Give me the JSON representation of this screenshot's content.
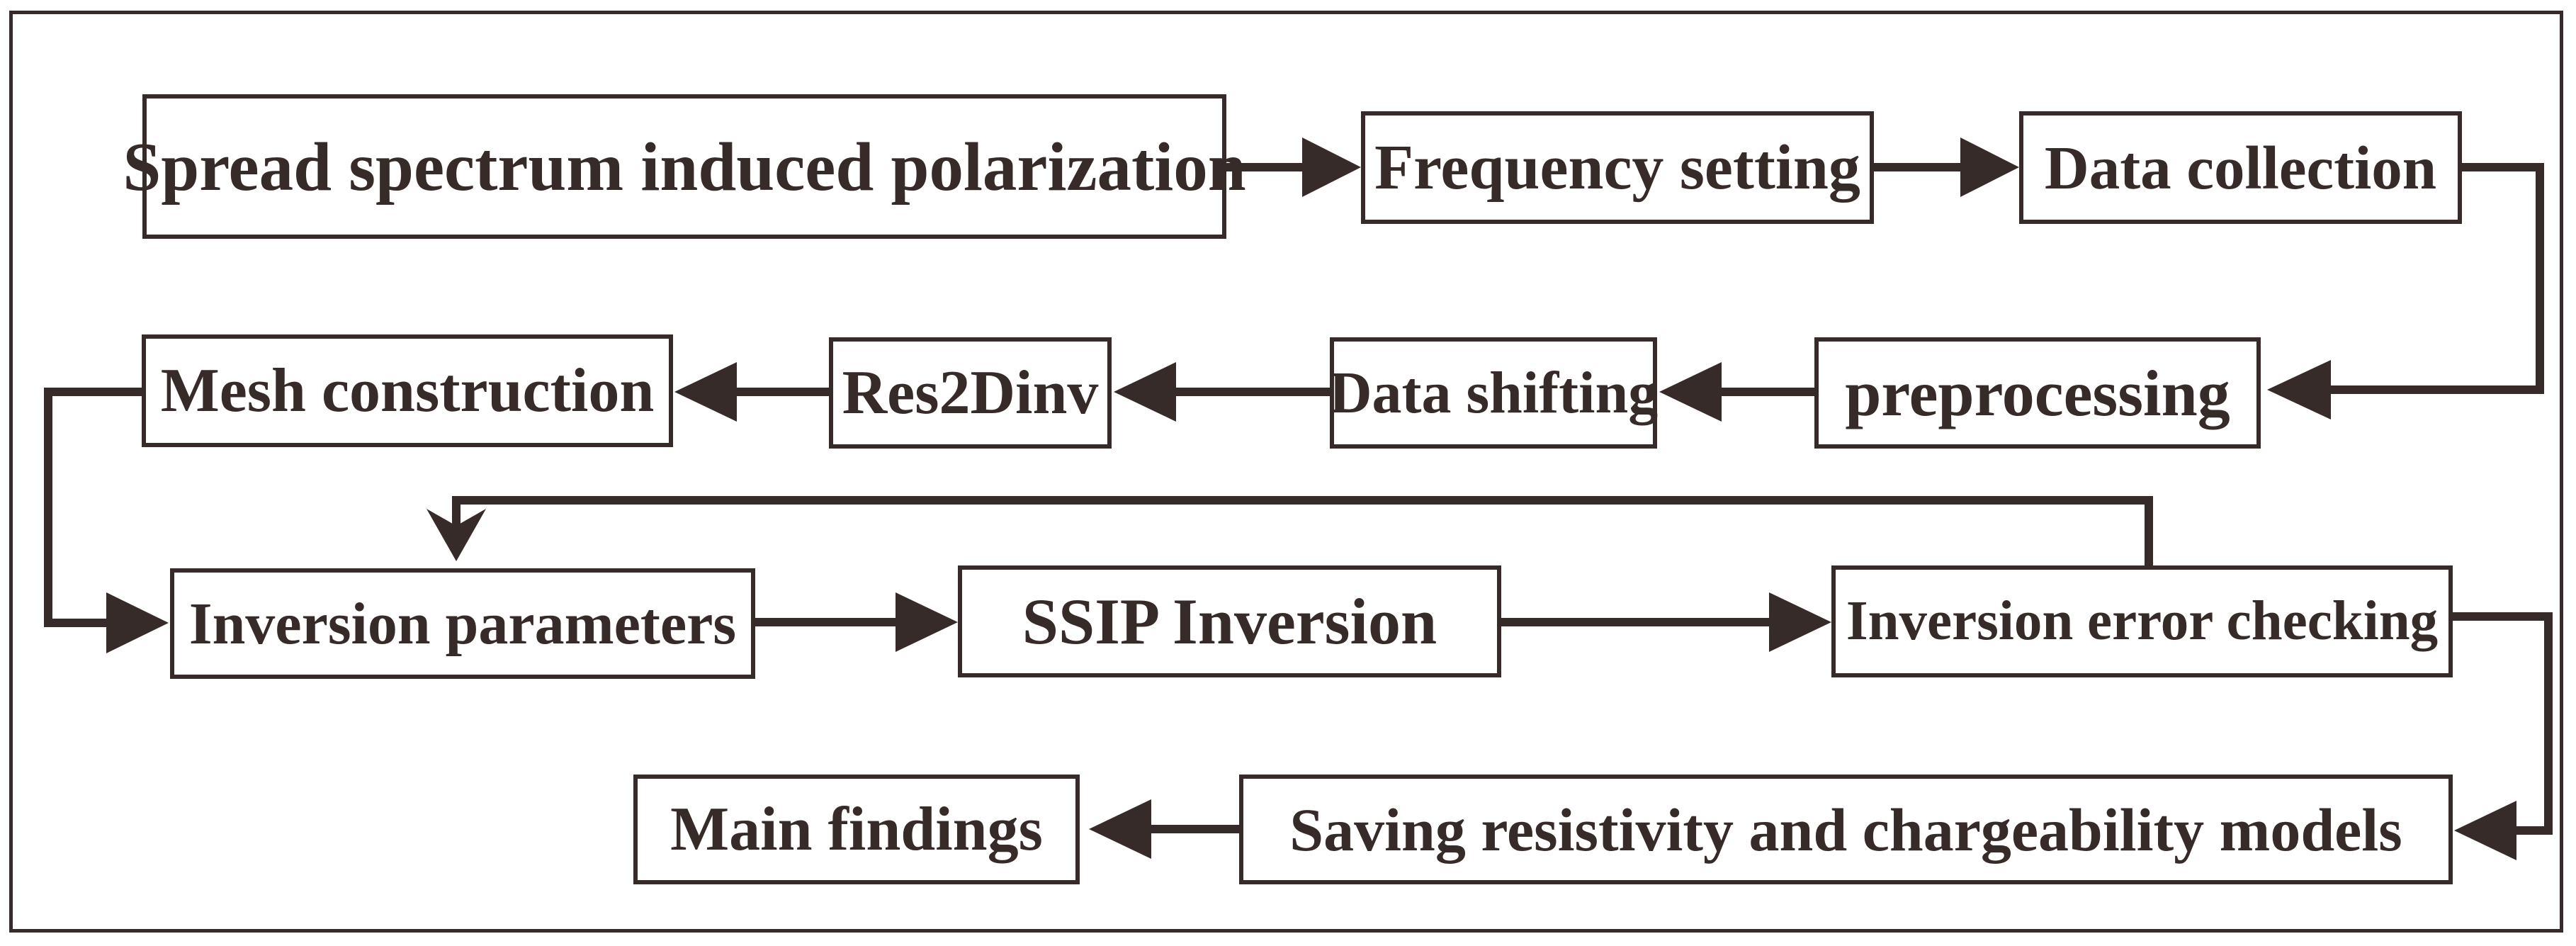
{
  "diagram": {
    "type": "flowchart",
    "colors": {
      "ink": "#362b28",
      "background": "#ffffff"
    },
    "nodes": [
      {
        "id": "spread-spectrum",
        "label": "Spread spectrum induced polarization"
      },
      {
        "id": "frequency-setting",
        "label": "Frequency setting"
      },
      {
        "id": "data-collection",
        "label": "Data collection"
      },
      {
        "id": "preprocessing",
        "label": "preprocessing"
      },
      {
        "id": "data-shifting",
        "label": "Data shifting"
      },
      {
        "id": "res2dinv",
        "label": "Res2Dinv"
      },
      {
        "id": "mesh-construction",
        "label": "Mesh construction"
      },
      {
        "id": "inversion-parameters",
        "label": "Inversion parameters"
      },
      {
        "id": "ssip-inversion",
        "label": "SSIP Inversion"
      },
      {
        "id": "inversion-error-checking",
        "label": "Inversion error checking"
      },
      {
        "id": "main-findings",
        "label": "Main findings"
      },
      {
        "id": "saving-models",
        "label": "Saving resistivity and chargeability models"
      }
    ],
    "edges": [
      {
        "from": "spread-spectrum",
        "to": "frequency-setting"
      },
      {
        "from": "frequency-setting",
        "to": "data-collection"
      },
      {
        "from": "data-collection",
        "to": "preprocessing"
      },
      {
        "from": "preprocessing",
        "to": "data-shifting"
      },
      {
        "from": "data-shifting",
        "to": "res2dinv"
      },
      {
        "from": "res2dinv",
        "to": "mesh-construction"
      },
      {
        "from": "mesh-construction",
        "to": "inversion-parameters"
      },
      {
        "from": "inversion-parameters",
        "to": "ssip-inversion"
      },
      {
        "from": "ssip-inversion",
        "to": "inversion-error-checking"
      },
      {
        "from": "inversion-error-checking",
        "to": "inversion-parameters",
        "note": "feedback"
      },
      {
        "from": "inversion-error-checking",
        "to": "saving-models"
      },
      {
        "from": "saving-models",
        "to": "main-findings"
      }
    ]
  }
}
